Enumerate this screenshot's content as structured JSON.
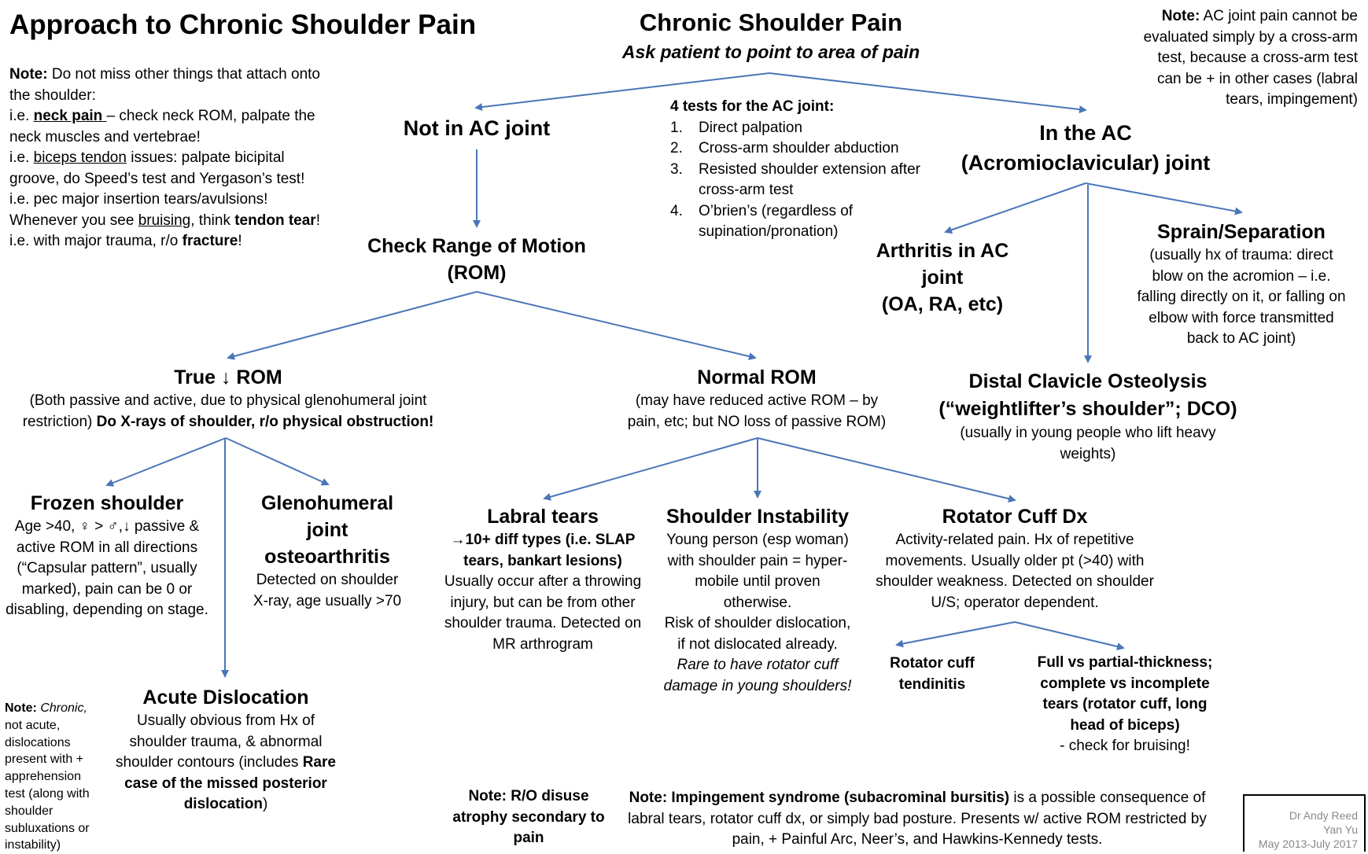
{
  "title": "Approach to Chronic Shoulder Pain",
  "root": {
    "heading": "Chronic Shoulder Pain",
    "subheading": "Ask patient to point to area of pain"
  },
  "note_top_left": {
    "note_label": "Note:",
    "line1_rest": " Do not miss other things that attach onto the shoulder:",
    "neck_prefix": "i.e. ",
    "neck_u": "neck pain ",
    "neck_rest": "– check neck ROM, palpate the neck muscles and vertebrae!",
    "biceps_prefix": "i.e. ",
    "biceps_u": "biceps tendon",
    "biceps_rest": " issues: palpate bicipital groove, do Speed’s test and Yergason’s test!",
    "pec": "i.e. pec major insertion tears/avulsions!",
    "bruise_prefix": "Whenever you see ",
    "bruise_u": "bruising",
    "bruise_mid": ", think ",
    "bruise_b": "tendon tear",
    "bruise_end": "!",
    "trauma_prefix": "i.e. with major trauma, r/o ",
    "trauma_b": "fracture",
    "trauma_end": "!"
  },
  "note_top_right": {
    "label": "Note:",
    "text": " AC joint pain cannot be evaluated simply by a cross-arm test, because a cross-arm test can be + in other cases (labral tears, impingement)"
  },
  "ac_tests": {
    "heading": "4 tests for the AC joint:",
    "items": [
      {
        "num": "1.",
        "text": "Direct palpation"
      },
      {
        "num": "2.",
        "text": "Cross-arm shoulder abduction"
      },
      {
        "num": "3.",
        "text": "Resisted shoulder extension after cross-arm test"
      },
      {
        "num": "4.",
        "text": "O’brien’s (regardless of supination/pronation)"
      }
    ]
  },
  "not_ac": {
    "heading": "Not in AC joint"
  },
  "in_ac": {
    "line1": "In the AC",
    "line2": "(Acromioclavicular) joint"
  },
  "check_rom": {
    "line1": "Check Range of Motion",
    "line2": "(ROM)"
  },
  "arthritis_ac": {
    "heading": "Arthritis in AC joint",
    "sub": "(OA, RA, etc)"
  },
  "sprain": {
    "heading": "Sprain/Separation",
    "text": "(usually hx of trauma: direct blow on the acromion – i.e. falling directly on it, or falling on elbow with force transmitted back to AC joint)"
  },
  "dco": {
    "line1": "Distal Clavicle Osteolysis",
    "line2": "(“weightlifter’s shoulder”; DCO)",
    "text": "(usually in young people who lift heavy weights)"
  },
  "true_rom": {
    "heading_pre": "True ",
    "arrow": "↓",
    "heading_post": " ROM",
    "text": "(Both passive and active, due to physical glenohumeral joint restriction) ",
    "text_b": "Do X-rays of shoulder, r/o physical obstruction!"
  },
  "normal_rom": {
    "heading": "Normal ROM",
    "text": "(may have reduced active ROM – by pain, etc; but NO loss of passive ROM)"
  },
  "frozen": {
    "heading": "Frozen shoulder",
    "text": "Age >40, ♀ > ♂,↓ passive & active ROM in all directions (“Capsular pattern”, usually marked), pain can be 0 or disabling, depending on stage."
  },
  "gh_oa": {
    "heading": "Glenohumeral joint osteoarthritis",
    "text": "Detected on shoulder X-ray, age usually >70"
  },
  "acute_disloc": {
    "heading": "Acute Dislocation",
    "text": "Usually obvious from Hx of shoulder trauma, & abnormal shoulder contours (includes ",
    "text_b": "Rare case of the missed posterior dislocation",
    "text_end": ")"
  },
  "note_bottom_left": {
    "label": "Note:",
    "italic": " Chronic,",
    "text": " not acute, dislocations present with + apprehension test (along with shoulder subluxations or instability)"
  },
  "labral": {
    "heading": "Labral tears",
    "bold": "→10+ diff types (i.e. SLAP tears, bankart lesions)",
    "text": "Usually occur after a throwing injury, but can be from other shoulder trauma. Detected on MR arthrogram"
  },
  "instability": {
    "heading": "Shoulder Instability",
    "text1": "Young person (esp woman) with shoulder pain = hyper-mobile until proven otherwise.",
    "text2": "Risk of shoulder dislocation, if not dislocated already.",
    "italic": "Rare to have rotator cuff damage in young shoulders!"
  },
  "rotator": {
    "heading": "Rotator Cuff Dx",
    "text": "Activity-related pain. Hx of repetitive movements. Usually older pt (>40) with shoulder weakness. Detected on shoulder U/S; operator dependent."
  },
  "rc_tendinitis": {
    "text": "Rotator cuff tendinitis"
  },
  "rc_tears": {
    "bold": "Full vs partial-thickness; complete vs incomplete tears (rotator cuff, long head of biceps)",
    "text": "- check for bruising!"
  },
  "note_disuse": {
    "text": "Note: R/O disuse atrophy secondary to pain"
  },
  "note_impingement": {
    "label": "Note: Impingement syndrome",
    "paren": " (subacrominal bursitis)",
    "text": " is a possible consequence of labral tears, rotator cuff dx, or simply bad posture. Presents w/ active ROM restricted by pain, + Painful Arc, Neer’s, and Hawkins-Kennedy tests."
  },
  "credit": {
    "line1": "Dr Andy Reed",
    "line2": "Yan Yu",
    "line3": "May 2013-July 2017"
  },
  "colors": {
    "arrow": "#4a76b8"
  }
}
